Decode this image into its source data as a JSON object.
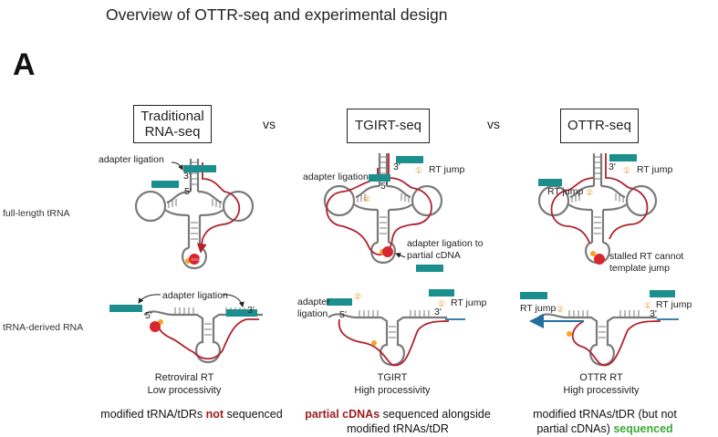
{
  "title": "Overview of OTTR-seq and experimental design",
  "panel_label": "A",
  "methods": [
    {
      "name_line1": "Traditional",
      "name_line2": "RNA-seq"
    },
    {
      "name": "TGIRT-seq"
    },
    {
      "name": "OTTR-seq"
    }
  ],
  "vs1": "vs",
  "vs2": "vs",
  "row_labels": {
    "full": "full-length tRNA",
    "derived": "tRNA-derived RNA"
  },
  "annotations": {
    "adapter_ligation": "adapter ligation",
    "rt_jump": "RT jump",
    "adapter_ligation_partial_1": "adapter ligation to",
    "adapter_ligation_partial_2": "partial cDNA",
    "stalled_1": "stalled RT cannot",
    "stalled_2": "template jump",
    "adapter_word": "adapter",
    "ligation_word": "ligation",
    "circle1": "①",
    "circle2": "②",
    "five_prime": "5'",
    "three_prime": "3'",
    "stop": "STOP"
  },
  "captions": [
    {
      "line1": "Retroviral RT",
      "line2": "Low processivity"
    },
    {
      "line1": "TGIRT",
      "line2": "High processivity"
    },
    {
      "line1": "OTTR RT",
      "line2": "High processivity"
    }
  ],
  "summaries": {
    "trad_pre": "modified tRNA/tDRs ",
    "trad_red": "not",
    "trad_post": " sequenced",
    "tgirt_red": "partial cDNAs",
    "tgirt_post1": " sequenced alongside",
    "tgirt_line2": "modified tRNAs/tDR",
    "ottr_line1": "modified tRNAs/tDR (but not",
    "ottr_pre2": "partial cDNAs) ",
    "ottr_green": "sequenced"
  },
  "colors": {
    "teal": "#1a8f8d",
    "rna": "#7a7a7a",
    "cdna": "#b0222e",
    "stop": "#d9262d",
    "mod": "#f4a623",
    "arrow": "#1f6f9f"
  }
}
